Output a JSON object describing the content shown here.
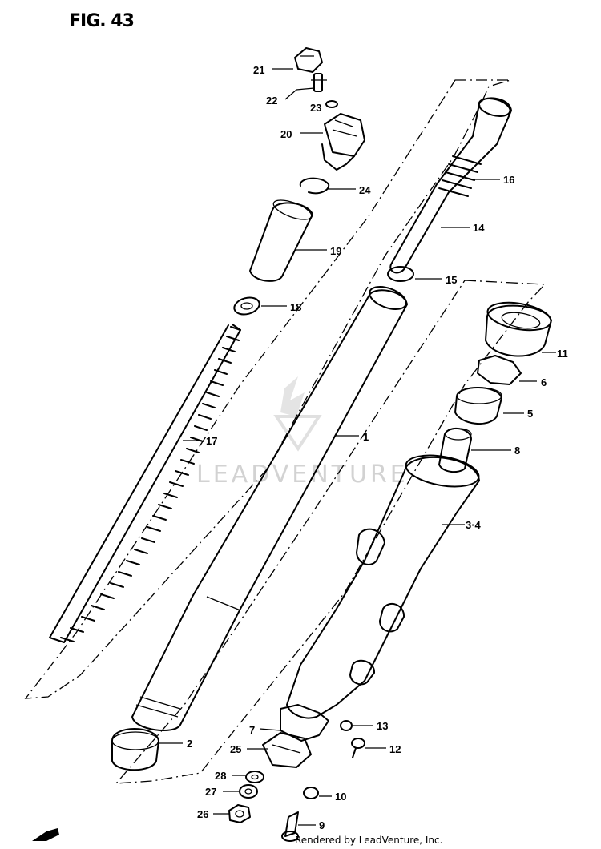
{
  "figure": {
    "title": "FIG. 43"
  },
  "watermark": {
    "text": "LEADVENTURE"
  },
  "footer": {
    "text": "Rendered by LeadVenture, Inc."
  },
  "callouts": [
    {
      "id": "c21",
      "label": "21"
    },
    {
      "id": "c22",
      "label": "22"
    },
    {
      "id": "c23",
      "label": "23"
    },
    {
      "id": "c20",
      "label": "20"
    },
    {
      "id": "c24",
      "label": "24"
    },
    {
      "id": "c19",
      "label": "19"
    },
    {
      "id": "c18",
      "label": "18"
    },
    {
      "id": "c17",
      "label": "17"
    },
    {
      "id": "c16",
      "label": "16"
    },
    {
      "id": "c14",
      "label": "14"
    },
    {
      "id": "c15",
      "label": "15"
    },
    {
      "id": "c11",
      "label": "11"
    },
    {
      "id": "c6",
      "label": "6"
    },
    {
      "id": "c5",
      "label": "5"
    },
    {
      "id": "c8",
      "label": "8"
    },
    {
      "id": "c1",
      "label": "1"
    },
    {
      "id": "c34",
      "label": "3·4"
    },
    {
      "id": "c2",
      "label": "2"
    },
    {
      "id": "c7",
      "label": "7"
    },
    {
      "id": "c13",
      "label": "13"
    },
    {
      "id": "c12",
      "label": "12"
    },
    {
      "id": "c25",
      "label": "25"
    },
    {
      "id": "c28",
      "label": "28"
    },
    {
      "id": "c27",
      "label": "27"
    },
    {
      "id": "c10",
      "label": "10"
    },
    {
      "id": "c26",
      "label": "26"
    },
    {
      "id": "c9",
      "label": "9"
    }
  ]
}
